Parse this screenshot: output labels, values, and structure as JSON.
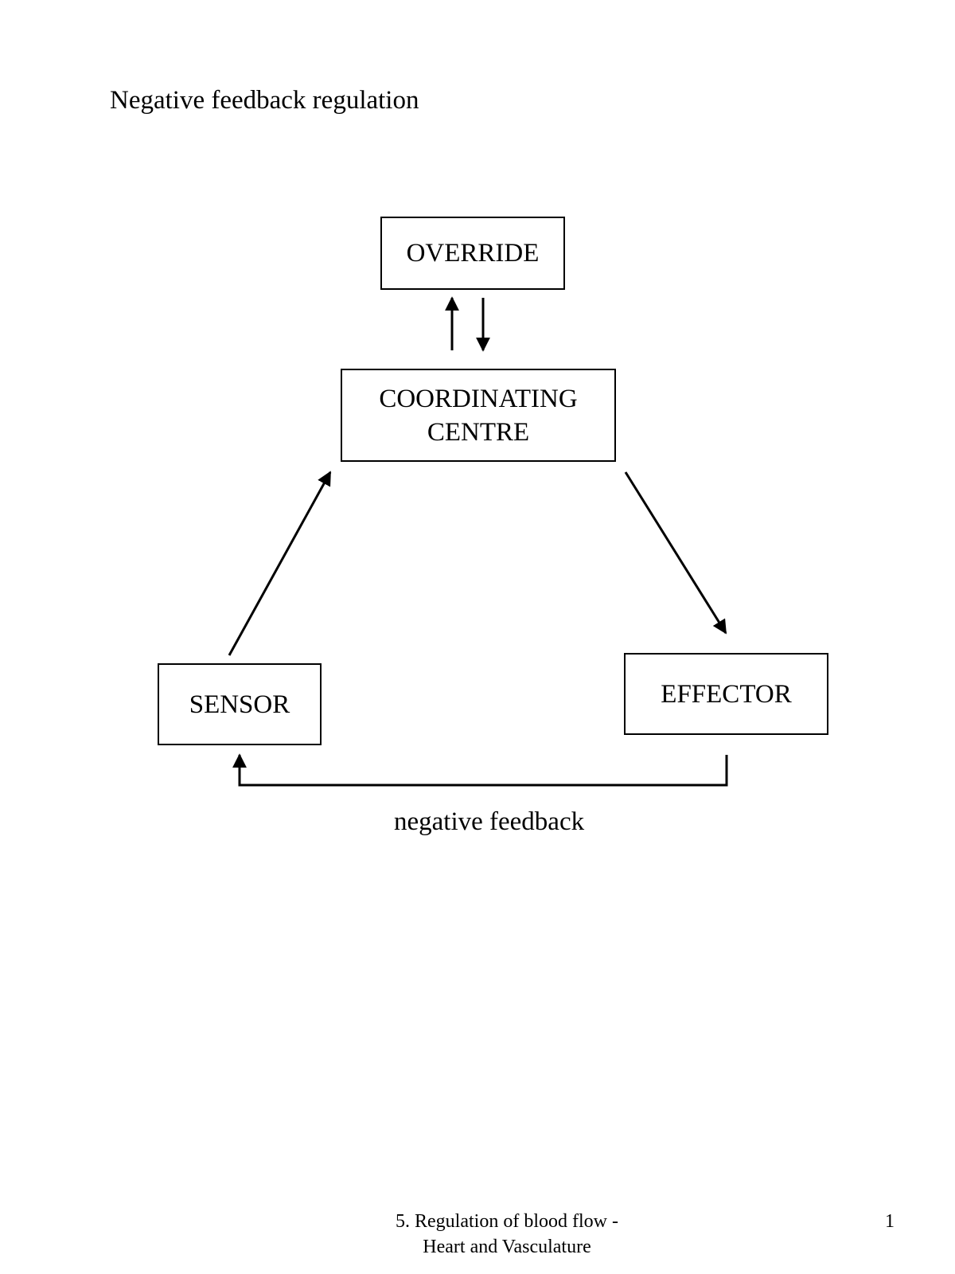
{
  "title": "Negative feedback regulation",
  "nodes": {
    "override": "OVERRIDE",
    "coordinating_line1": "COORDINATING",
    "coordinating_line2": "CENTRE",
    "sensor": "SENSOR",
    "effector": "EFFECTOR"
  },
  "edge_label": "negative feedback",
  "footer": {
    "line1": "5. Regulation of blood flow -",
    "line2": "Heart and Vasculature",
    "page_number": "1"
  }
}
